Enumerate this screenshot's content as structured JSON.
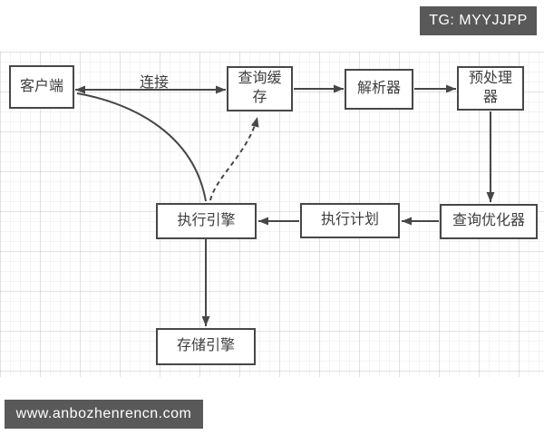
{
  "badges": {
    "telegram": "TG: MYYJJPP",
    "website": "www.anbozhenrencn.com"
  },
  "diagram": {
    "nodes": {
      "client": "客户端",
      "query_cache": "查询缓存",
      "parser": "解析器",
      "preprocessor": "预处理器",
      "query_optimizer": "查询优化器",
      "execution_plan": "执行计划",
      "execution_engine": "执行引擎",
      "storage_engine": "存储引擎"
    },
    "edge_labels": {
      "connect": "连接"
    },
    "edges": [
      {
        "from": "client",
        "to": "query_cache",
        "style": "solid",
        "arrows": "both",
        "label": "连接"
      },
      {
        "from": "query_cache",
        "to": "parser",
        "style": "solid",
        "arrows": "end"
      },
      {
        "from": "parser",
        "to": "preprocessor",
        "style": "solid",
        "arrows": "end"
      },
      {
        "from": "preprocessor",
        "to": "query_optimizer",
        "style": "solid",
        "arrows": "end"
      },
      {
        "from": "query_optimizer",
        "to": "execution_plan",
        "style": "solid",
        "arrows": "end"
      },
      {
        "from": "execution_plan",
        "to": "execution_engine",
        "style": "solid",
        "arrows": "end"
      },
      {
        "from": "execution_engine",
        "to": "client",
        "style": "solid",
        "arrows": "none"
      },
      {
        "from": "execution_engine",
        "to": "query_cache",
        "style": "dashed",
        "arrows": "end"
      },
      {
        "from": "execution_engine",
        "to": "storage_engine",
        "style": "solid",
        "arrows": "end"
      }
    ]
  },
  "colors": {
    "line": "#474747",
    "box_border": "#474747",
    "box_fill": "#ffffff",
    "text": "#3d3d3d",
    "badge_bg": "#595959",
    "badge_text": "#ffffff"
  }
}
